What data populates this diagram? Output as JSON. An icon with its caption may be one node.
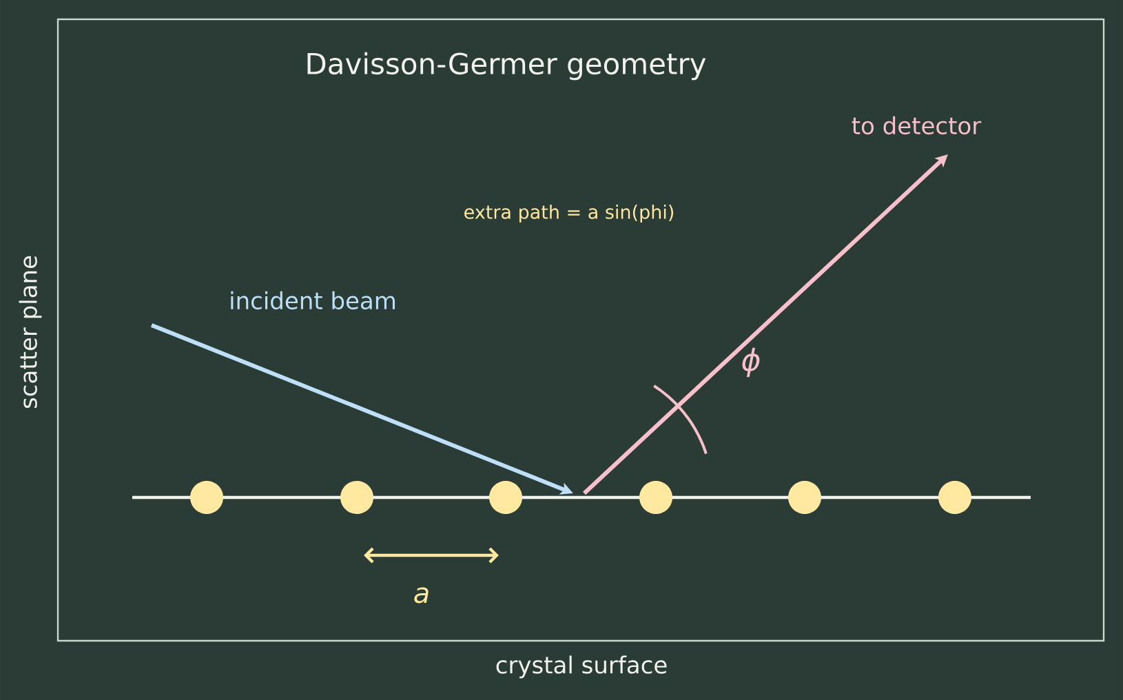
{
  "diagram": {
    "title": "Davisson-Germer geometry",
    "labels": [
      "to detector",
      "extra path = a sin(phi)",
      "incident beam",
      "ϕ",
      "a",
      "scatter plane",
      "crystal surface"
    ]
  }
}
